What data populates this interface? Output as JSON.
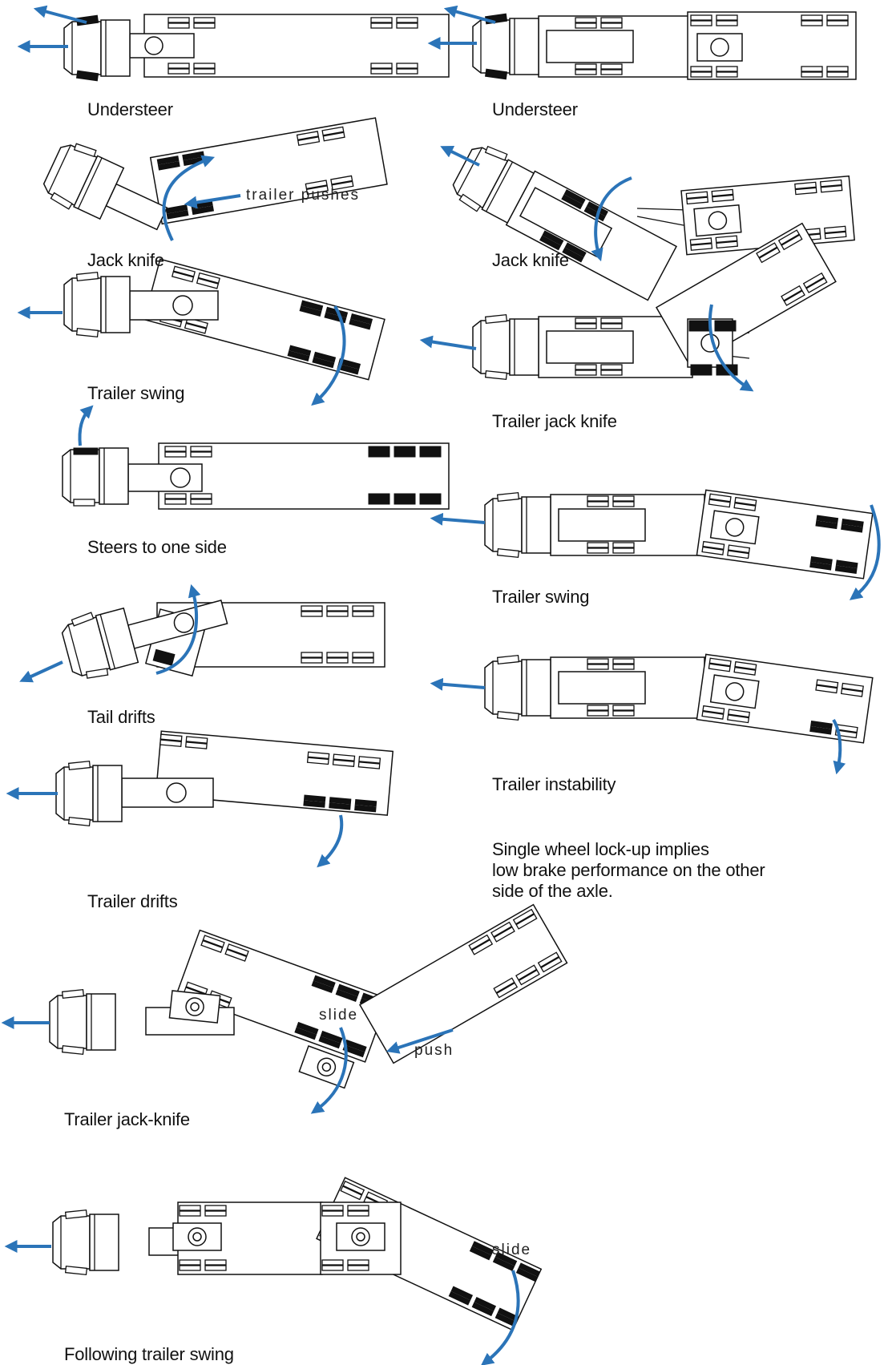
{
  "colors": {
    "arrow": "#2b74b8",
    "outline": "#111111",
    "background": "#ffffff"
  },
  "labels": {
    "understeer_left": "Understeer",
    "understeer_right": "Understeer",
    "jackknife_left": "Jack knife",
    "jackknife_right": "Jack knife",
    "trailer_pushes": "trailer pushes",
    "trailer_swing_left": "Trailer swing",
    "trailer_jackknife_right": "Trailer jack knife",
    "steers_one_side": "Steers to one side",
    "trailer_swing_right": "Trailer swing",
    "tail_drifts": "Tail drifts",
    "trailer_instability": "Trailer instability",
    "trailer_drifts": "Trailer drifts",
    "note_line1": "Single wheel lock-up implies",
    "note_line2": "low brake performance on the other",
    "note_line3": "side of the axle.",
    "trailer_jack_knife_hyphen": "Trailer jack-knife",
    "slide_1": "slide",
    "push": "push",
    "following_trailer_swing": "Following trailer swing",
    "slide_2": "slide"
  }
}
